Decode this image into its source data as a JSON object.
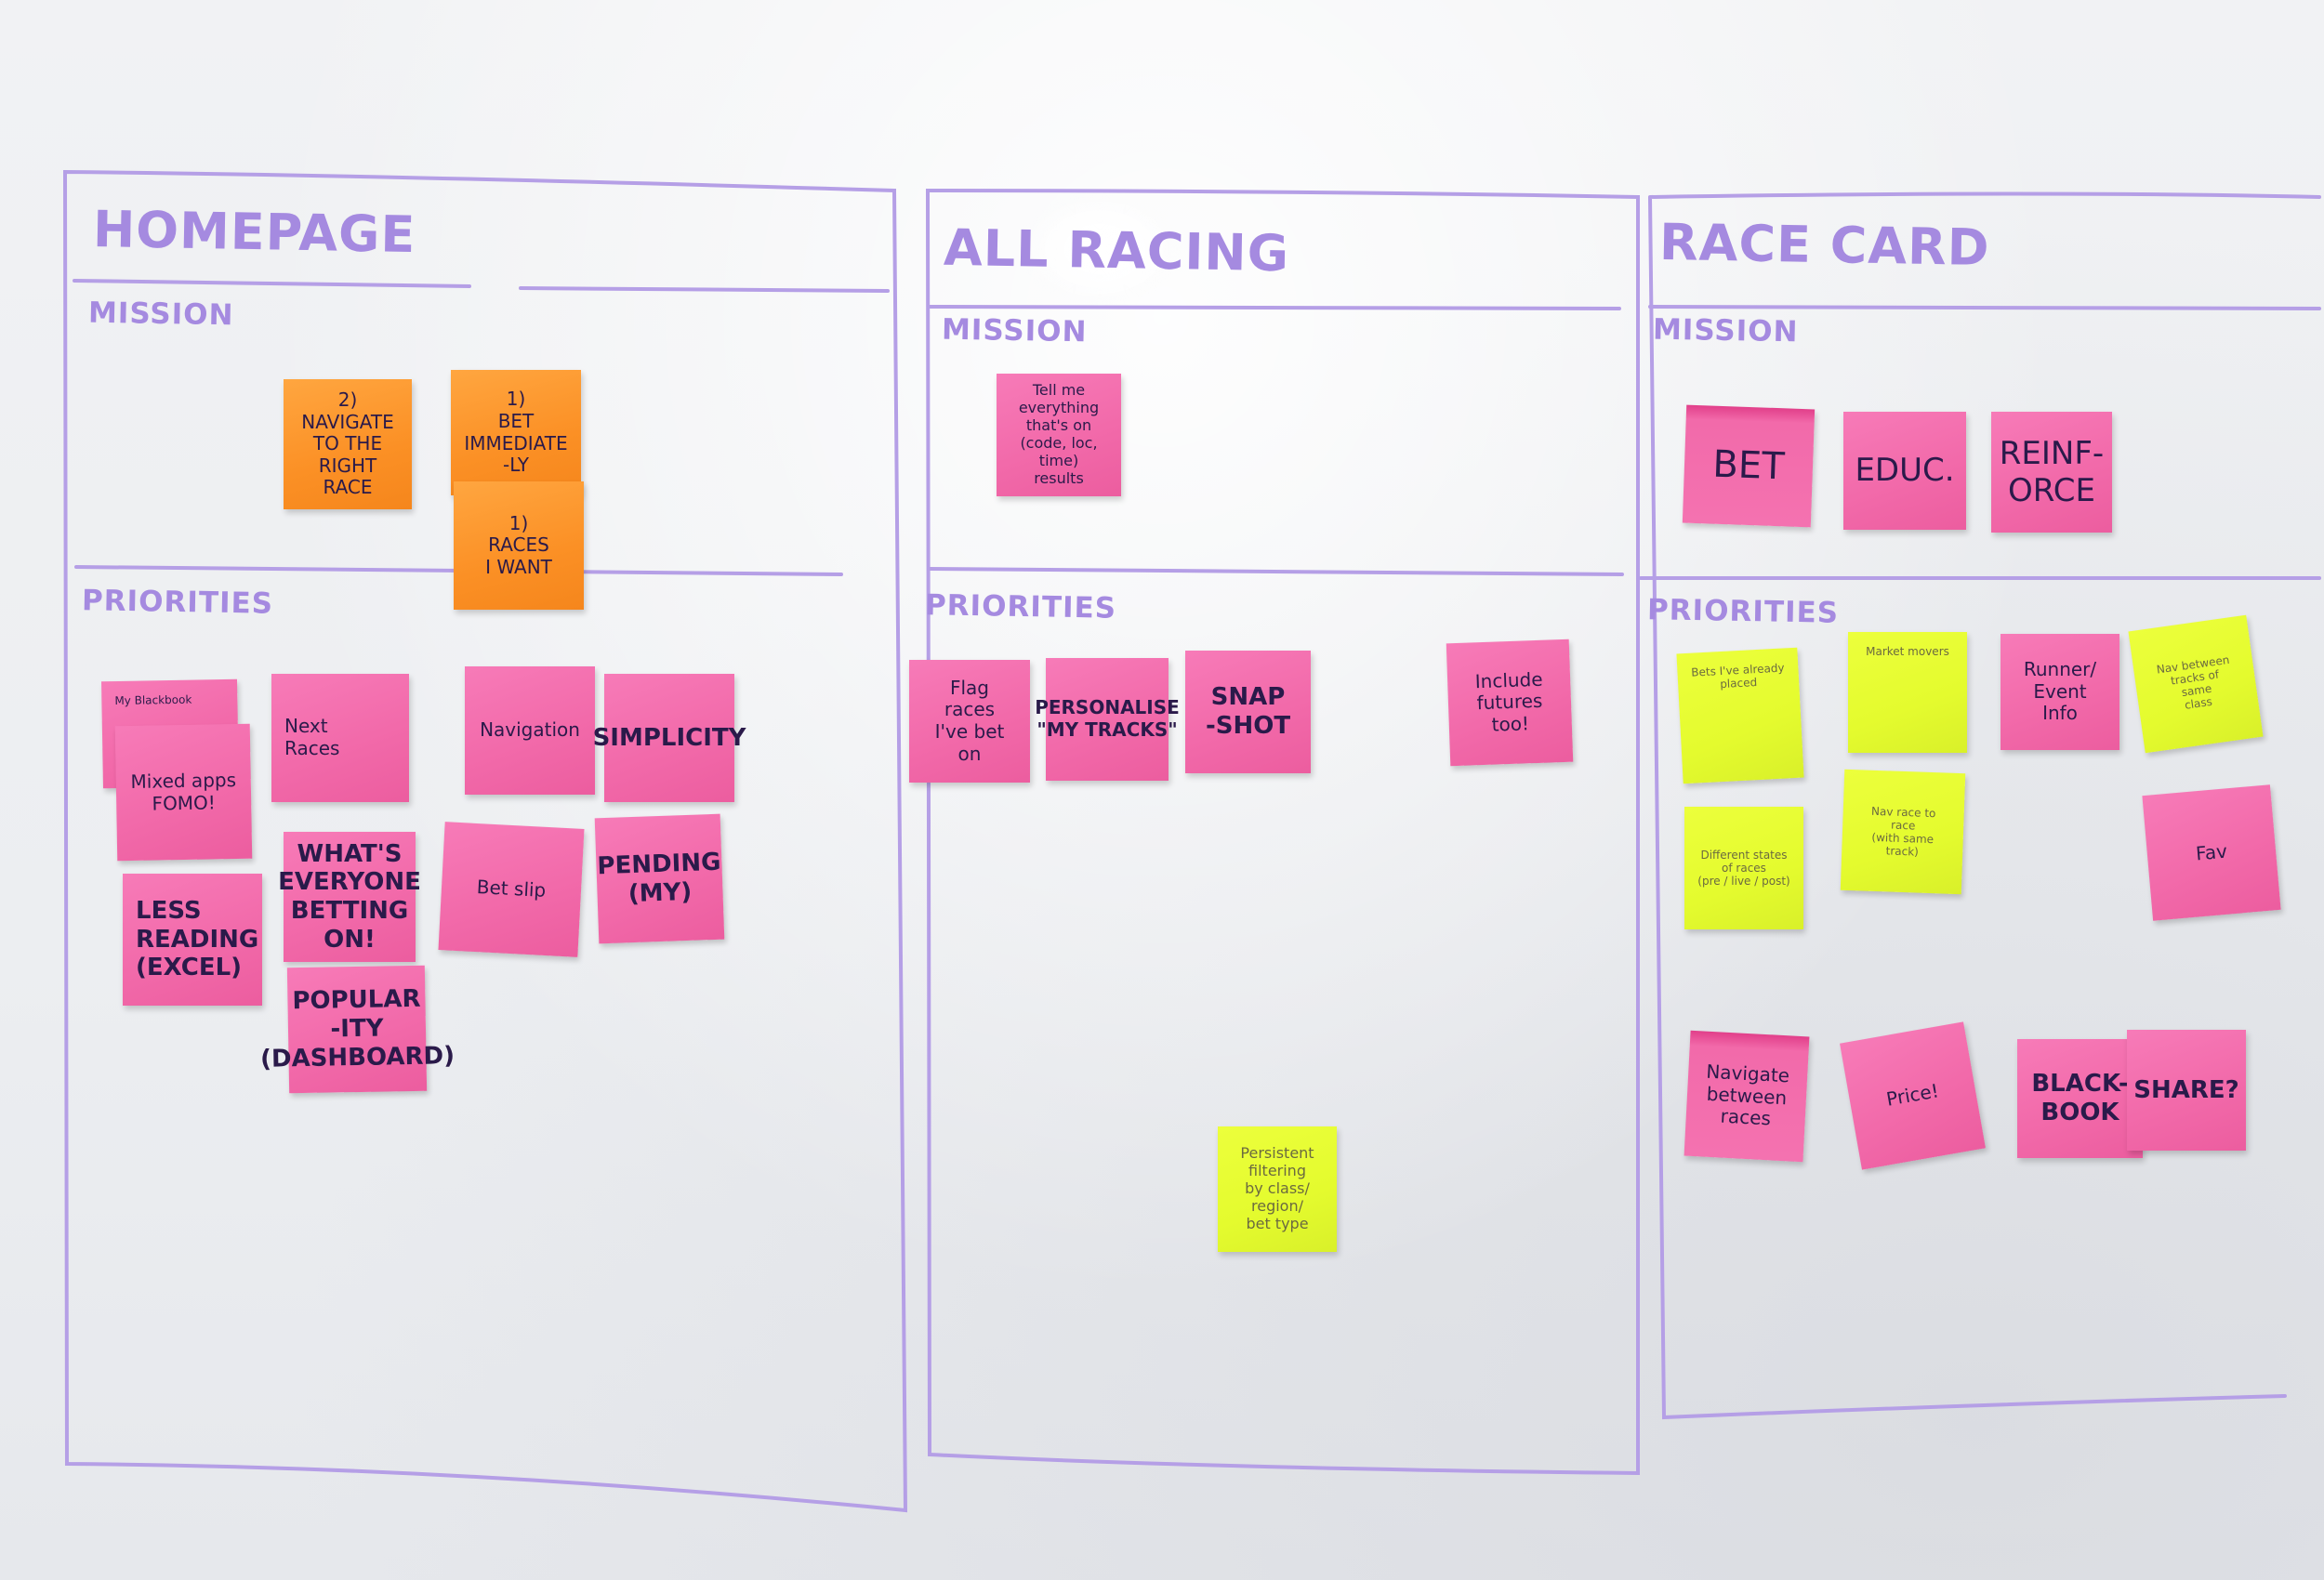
{
  "board": {
    "columns": [
      {
        "title": "HOMEPAGE",
        "mission_label": "MISSION",
        "priorities_label": "PRIORITIES"
      },
      {
        "title": "ALL RACING",
        "mission_label": "MISSION",
        "priorities_label": "PRIORITIES"
      },
      {
        "title": "RACE CARD",
        "mission_label": "MISSION",
        "priorities_label": "PRIORITIES"
      }
    ],
    "marker_color": "#a58ae0"
  },
  "notes": {
    "homepage": {
      "mission": [
        {
          "text": "2)\nNAVIGATE\nTO THE\nRIGHT RACE",
          "color": "orange"
        },
        {
          "text": "1)\nBET\nIMMEDIATE\n-LY",
          "color": "orange"
        },
        {
          "text": "1)\nRACES\nI WANT",
          "color": "orange"
        }
      ],
      "priorities": [
        {
          "text": "My Blackbook",
          "color": "pink"
        },
        {
          "text": "Mixed apps\nFOMO!",
          "color": "pink"
        },
        {
          "text": "Next\nRaces",
          "color": "pink"
        },
        {
          "text": "Navigation",
          "color": "pink"
        },
        {
          "text": "SIMPLICITY",
          "color": "pink"
        },
        {
          "text": "LESS\nREADING\n(EXCEL)",
          "color": "pink"
        },
        {
          "text": "WHAT'S\nEVERYONE\nBETTING\nON!",
          "color": "pink"
        },
        {
          "text": "Bet slip",
          "color": "pink"
        },
        {
          "text": "PENDING\n(MY)",
          "color": "pink"
        },
        {
          "text": "POPULAR\n-ITY\n(DASHBOARD)",
          "color": "pink"
        }
      ]
    },
    "all_racing": {
      "mission": [
        {
          "text": "Tell me\neverything\nthat's on\n(code, loc, time)\nresults",
          "color": "pink"
        }
      ],
      "priorities": [
        {
          "text": "Flag races\nI've bet on",
          "color": "pink"
        },
        {
          "text": "PERSONALISE\n\"MY TRACKS\"",
          "color": "pink"
        },
        {
          "text": "SNAP\n-SHOT",
          "color": "pink"
        },
        {
          "text": "Include\nfutures\ntoo!",
          "color": "pink"
        },
        {
          "text": "Persistent filtering\nby class/\nregion/\nbet type",
          "color": "yellow"
        }
      ]
    },
    "race_card": {
      "mission": [
        {
          "text": "BET",
          "color": "pink"
        },
        {
          "text": "EDUC.",
          "color": "pink"
        },
        {
          "text": "REINF-\nORCE",
          "color": "pink"
        }
      ],
      "priorities": [
        {
          "text": "Bets I've already\nplaced",
          "color": "yellow"
        },
        {
          "text": "Market movers",
          "color": "yellow"
        },
        {
          "text": "Runner/\nEvent\nInfo",
          "color": "pink"
        },
        {
          "text": "Nav between\ntracks of\nsame\nclass",
          "color": "yellow"
        },
        {
          "text": "Different states\nof races\n(pre / live / post)",
          "color": "yellow"
        },
        {
          "text": "Nav race to\nrace\n(with same\ntrack)",
          "color": "yellow"
        },
        {
          "text": "Fav",
          "color": "pink"
        },
        {
          "text": "Navigate\nbetween\nraces",
          "color": "pink"
        },
        {
          "text": "Price!",
          "color": "pink"
        },
        {
          "text": "BLACK-\nBOOK",
          "color": "pink"
        },
        {
          "text": "SHARE?",
          "color": "pink"
        }
      ]
    }
  }
}
